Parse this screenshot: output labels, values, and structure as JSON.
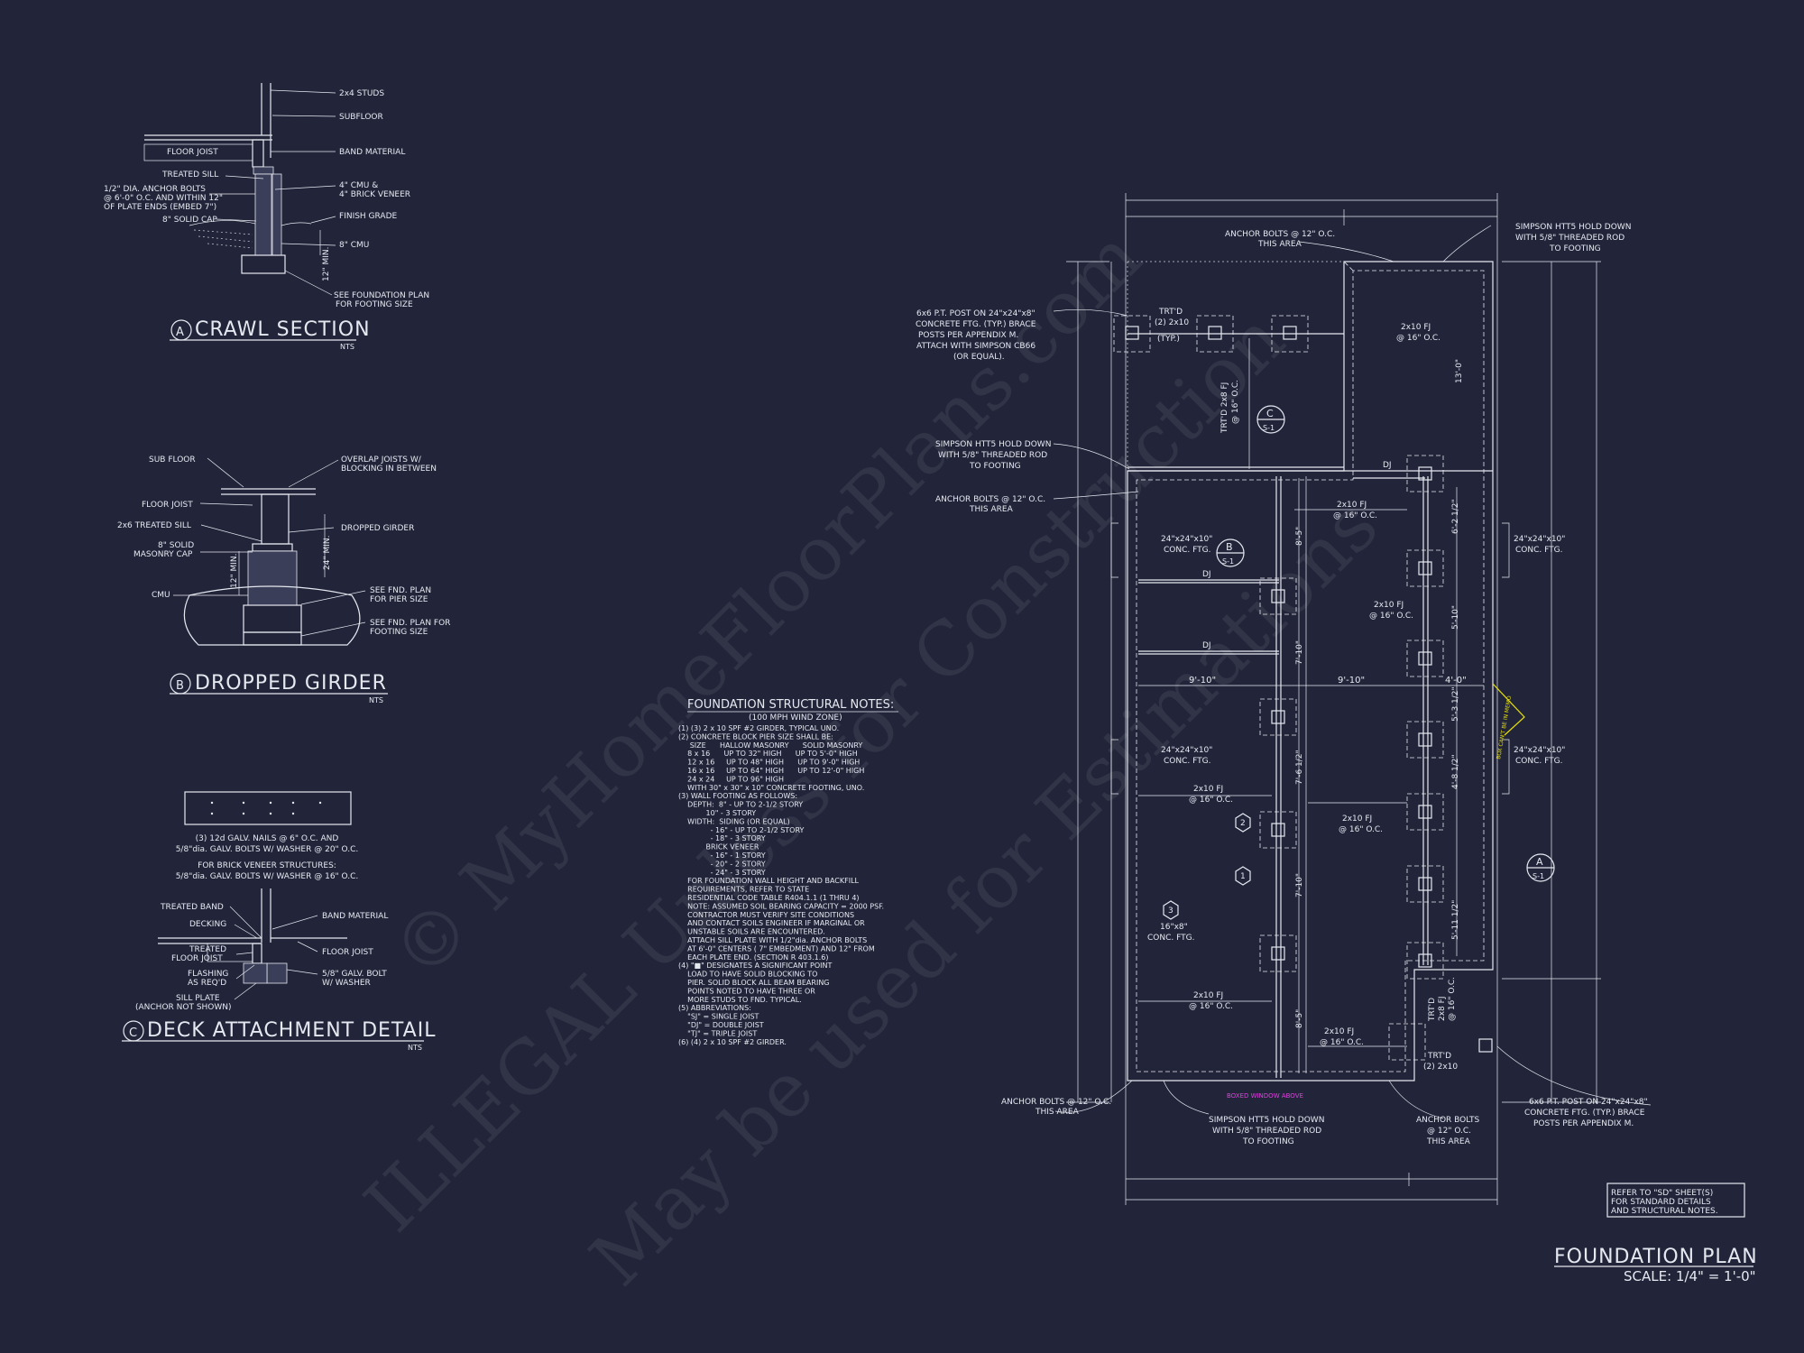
{
  "watermark": {
    "line1": "© MyHomeFloorPlans.com",
    "line2": "ILLEGAL Unless for Construction",
    "line3": "May be used for Estimations"
  },
  "detail_a": {
    "title": "CRAWL SECTION",
    "tag": "A",
    "nts": "NTS",
    "labels": {
      "studs": "2x4 STUDS",
      "subfloor": "SUBFLOOR",
      "floor_joist": "FLOOR JOIST",
      "band": "BAND MATERIAL",
      "treated_sill": "TREATED SILL",
      "anchor1": "1/2\" DIA. ANCHOR BOLTS",
      "anchor2": "@ 6'-0\" O.C. AND WITHIN 12\"",
      "anchor3": "OF PLATE ENDS (EMBED 7\")",
      "cmu_veneer1": "4\" CMU &",
      "cmu_veneer2": "4\" BRICK VENEER",
      "solid_cap": "8\" SOLID CAP",
      "finish_grade": "FINISH GRADE",
      "cmu8": "8\" CMU",
      "min12": "12\" MIN.",
      "see_fnd1": "SEE FOUNDATION PLAN",
      "see_fnd2": "FOR FOOTING SIZE"
    }
  },
  "detail_b": {
    "title": "DROPPED GIRDER",
    "tag": "B",
    "nts": "NTS",
    "labels": {
      "sub_floor": "SUB FLOOR",
      "overlap1": "OVERLAP JOISTS W/",
      "overlap2": "BLOCKING IN BETWEEN",
      "floor_joist": "FLOOR JOIST",
      "treated_sill": "2x6 TREATED SILL",
      "dropped": "DROPPED GIRDER",
      "solid1": "8\" SOLID",
      "solid2": "MASONRY CAP",
      "min24": "24\" MIN.",
      "min12": "12\" MIN.",
      "cmu": "CMU",
      "pier1": "SEE FND. PLAN",
      "pier2": "FOR PIER SIZE",
      "ftg1": "SEE FND. PLAN FOR",
      "ftg2": "FOOTING SIZE"
    }
  },
  "detail_c": {
    "title": "DECK ATTACHMENT DETAIL",
    "tag": "C",
    "nts": "NTS",
    "notes": [
      "(3) 12d GALV. NAILS @ 6\" O.C. AND",
      "5/8\"dia. GALV. BOLTS W/ WASHER @ 20\" O.C.",
      "FOR BRICK VENEER STRUCTURES:",
      "5/8\"dia. GALV. BOLTS W/ WASHER @ 16\" O.C."
    ],
    "labels": {
      "treated_band": "TREATED BAND",
      "decking": "DECKING",
      "treated_joist1": "TREATED",
      "treated_joist2": "FLOOR JOIST",
      "flashing1": "FLASHING",
      "flashing2": "AS REQ'D",
      "sill1": "SILL PLATE",
      "sill2": "(ANCHOR NOT SHOWN)",
      "band": "BAND MATERIAL",
      "floor_joist": "FLOOR JOIST",
      "bolt1": "5/8\" GALV. BOLT",
      "bolt2": "W/ WASHER"
    }
  },
  "notes": {
    "heading": "FOUNDATION STRUCTURAL NOTES:",
    "sub": "(100 MPH WIND ZONE)",
    "lines": [
      "(1) (3) 2 x 10 SPF #2 GIRDER, TYPICAL UNO.",
      "(2) CONCRETE BLOCK PIER SIZE SHALL BE:",
      "     SIZE      HALLOW MASONRY      SOLID MASONRY",
      "    8 x 16      UP TO 32\" HIGH      UP TO 5'-0\" HIGH",
      "    12 x 16     UP TO 48\" HIGH      UP TO 9'-0\" HIGH",
      "    16 x 16     UP TO 64\" HIGH      UP TO 12'-0\" HIGH",
      "    24 x 24     UP TO 96\" HIGH",
      "    WITH 30\" x 30\" x 10\" CONCRETE FOOTING, UNO.",
      "(3) WALL FOOTING AS FOLLOWS:",
      "    DEPTH:  8\" - UP TO 2-1/2 STORY",
      "            10\" - 3 STORY",
      "    WIDTH:  SIDING (OR EQUAL)",
      "              - 16\" - UP TO 2-1/2 STORY",
      "              - 18\" - 3 STORY",
      "            BRICK VENEER",
      "              - 16\" - 1 STORY",
      "              - 20\" - 2 STORY",
      "              - 24\" - 3 STORY",
      "    FOR FOUNDATION WALL HEIGHT AND BACKFILL",
      "    REQUIREMENTS, REFER TO STATE",
      "    RESIDENTIAL CODE TABLE R404.1.1 (1 THRU 4)",
      "    NOTE: ASSUMED SOIL BEARING CAPACITY = 2000 PSF.",
      "    CONTRACTOR MUST VERIFY SITE CONDITIONS",
      "    AND CONTACT SOILS ENGINEER IF MARGINAL OR",
      "    UNSTABLE SOILS ARE ENCOUNTERED.",
      "    ATTACH SILL PLATE WITH 1/2\"dia. ANCHOR BOLTS",
      "    AT 6'-0\" CENTERS ( 7\" EMBEDMENT) AND 12\" FROM",
      "    EACH PLATE END. (SECTION R 403.1.6)",
      "(4) \"■\" DESIGNATES A SIGNIFICANT POINT",
      "    LOAD TO HAVE SOLID BLOCKING TO",
      "    PIER. SOLID BLOCK ALL BEAM BEARING",
      "    POINTS NOTED TO HAVE THREE OR",
      "    MORE STUDS TO FND. TYPICAL.",
      "(5) ABBREVIATIONS:",
      "    \"SJ\" = SINGLE JOIST",
      "    \"DJ\" = DOUBLE JOIST",
      "    \"TJ\" = TRIPLE JOIST",
      "(6) (4) 2 x 10 SPF #2 GIRDER."
    ]
  },
  "plan": {
    "title": "FOUNDATION PLAN",
    "scale": "SCALE: 1/4\" = 1'-0\"",
    "refer": [
      "REFER TO \"SD\" SHEET(S)",
      "FOR STANDARD DETAILS",
      "AND STRUCTURAL NOTES."
    ],
    "callouts": {
      "anchor_top1": "ANCHOR BOLTS @ 12\" O.C.",
      "anchor_top2": "THIS AREA",
      "simpson_tr1": "SIMPSON HTT5 HOLD DOWN",
      "simpson_tr2": "WITH 5/8\" THREADED ROD",
      "simpson_tr3": "TO FOOTING",
      "post1": "6x6 P.T. POST ON 24\"x24\"x8\"",
      "post2": "CONCRETE FTG. (TYP.) BRACE",
      "post3": "POSTS PER APPENDIX M.",
      "post4": "ATTACH WITH SIMPSON CB66",
      "post5": "(OR EQUAL).",
      "simpson_l1": "SIMPSON HTT5 HOLD DOWN",
      "simpson_l2": "WITH 5/8\" THREADED ROD",
      "simpson_l3": "TO FOOTING",
      "anchor_l1": "ANCHOR BOLTS @ 12\" O.C.",
      "anchor_l2": "THIS AREA",
      "anchor_bl1": "ANCHOR BOLTS @ 12\" O.C.",
      "anchor_bl2": "THIS AREA",
      "simpson_b1": "SIMPSON HTT5 HOLD DOWN",
      "simpson_b2": "WITH 5/8\" THREADED ROD",
      "simpson_b3": "TO FOOTING",
      "anchor_br1": "ANCHOR BOLTS",
      "anchor_br2": "@ 12\" O.C.",
      "anchor_br3": "THIS AREA",
      "post_br1": "6x6 P.T. POST ON 24\"x24\"x8\"",
      "post_br2": "CONCRETE FTG. (TYP.) BRACE",
      "post_br3": "POSTS PER APPENDIX M.",
      "trtd_top1": "TRT'D",
      "trtd_top2": "(2) 2x10",
      "trtd_top3": "(TYP.)",
      "trtd_bot1": "TRT'D",
      "trtd_bot2": "(2) 2x10",
      "trtd_v1": "TRT'D 2x8 FJ",
      "trtd_v2": "@ 16\" O.C.",
      "trtd_v3": "TRT'D",
      "trtd_v4": "2x8 FJ",
      "trtd_v5": "@ 16\" O.C.",
      "conc_ftg1": "24\"x24\"x10\"",
      "conc_ftg2": "CONC. FTG.",
      "conc16_1": "16\"x8\"",
      "conc16_2": "CONC. FTG.",
      "fj": "2x10 FJ",
      "fj_oc": "@ 16\" O.C.",
      "dj": "DJ",
      "boxed": "BOXED WINDOW ABOVE",
      "yellow": "BOX CAN'T BE IN MEMO",
      "d910": "9'-10\"",
      "d85": "8'-5\"",
      "d710": "7'-10\"",
      "d762": "7'-6 1/2\"",
      "d40": "4'-0\"",
      "d62": "6'-2 1/2\"",
      "d510": "5'-10\"",
      "d53": "5'-3 1/2\"",
      "d48": "4'-8 1/2\"",
      "d411": "5'-11 1/2\"",
      "d130": "13'-0\"",
      "tag_c": "C",
      "tag_b": "B",
      "tag_a": "A",
      "tag_s1": "S-1",
      "k1": "1",
      "k2": "2",
      "k3": "3"
    }
  }
}
